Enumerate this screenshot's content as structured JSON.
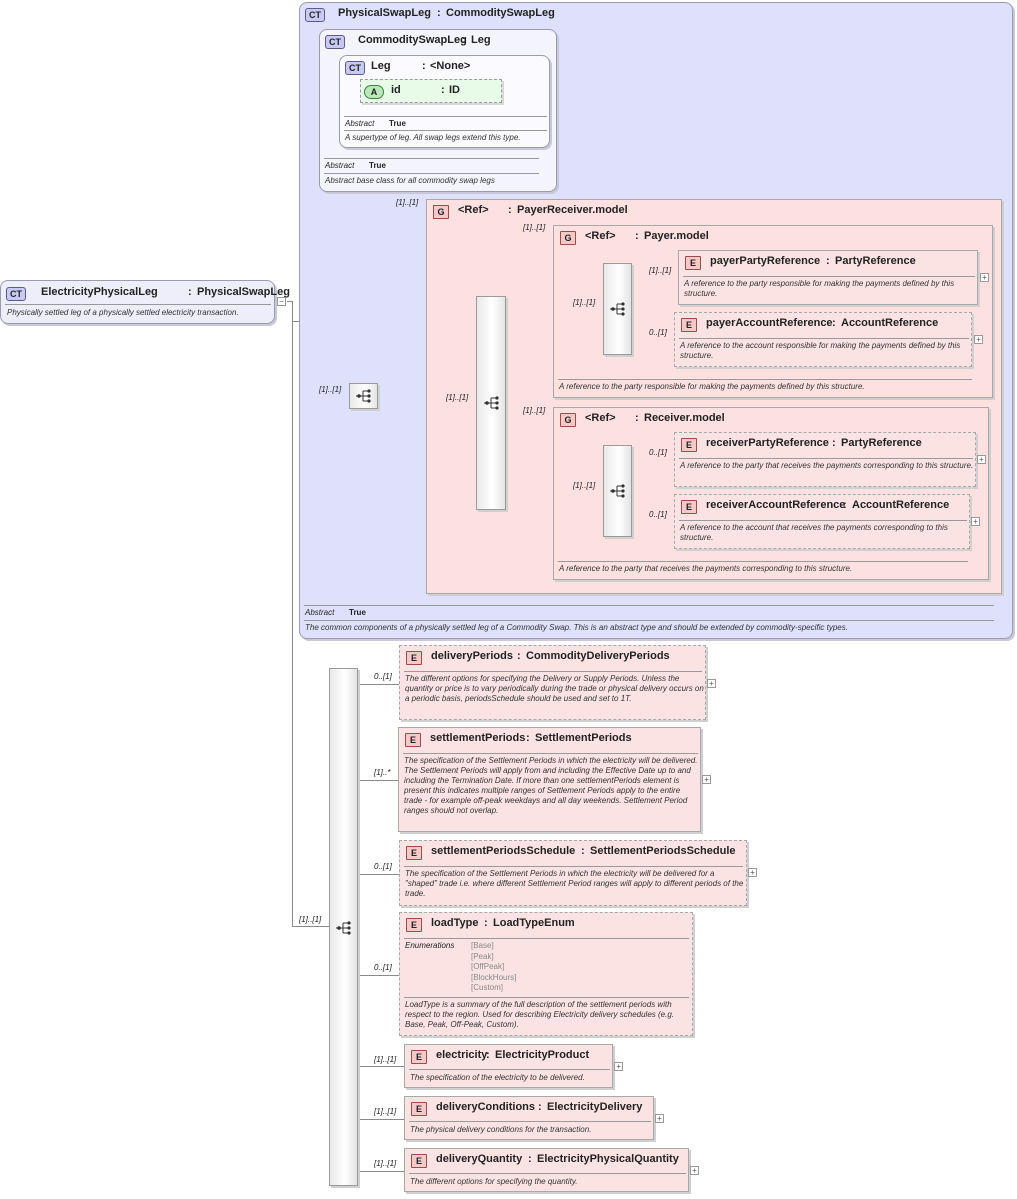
{
  "root": {
    "badge": "CT",
    "name": "ElectricityPhysicalLeg",
    "type": "PhysicalSwapLeg",
    "doc": "Physically settled leg of a physically settled electricity transaction."
  },
  "physicalSwapLeg": {
    "badge": "CT",
    "name": "PhysicalSwapLeg",
    "type": "CommoditySwapLeg",
    "abstract_label": "Abstract",
    "abstract_value": "True",
    "doc": "The common components of a physically settled leg of a Commodity Swap. This is an abstract type and should be extended by commodity-specific types."
  },
  "commoditySwapLeg": {
    "badge": "CT",
    "name": "CommoditySwapLeg",
    "type": "Leg",
    "abstract_label": "Abstract",
    "abstract_value": "True",
    "doc": "Abstract base class for all commodity swap legs"
  },
  "leg": {
    "badge": "CT",
    "name": "Leg",
    "type": "<None>",
    "abstract_label": "Abstract",
    "abstract_value": "True",
    "doc": "A supertype of leg. All swap legs extend this type.",
    "attribute": {
      "badge": "A",
      "name": "id",
      "type": "ID"
    }
  },
  "payerReceiverGroup": {
    "badge": "G",
    "ref": "<Ref>",
    "name": "PayerReceiver.model",
    "card_outer": "[1]..[1]",
    "card_seq": "[1]..[1]",
    "card_inner": "[1]..[1]"
  },
  "payerGroup": {
    "badge": "G",
    "ref": "<Ref>",
    "name": "Payer.model",
    "card": "[1]..[1]",
    "card_seq": "[1]..[1]",
    "doc": "A reference to the party responsible for making the payments defined by this structure.",
    "elements": [
      {
        "badge": "E",
        "name": "payerPartyReference",
        "type": "PartyReference",
        "card": "[1]..[1]",
        "doc": "A reference to the party responsible for making the payments defined by this structure."
      },
      {
        "badge": "E",
        "name": "payerAccountReference",
        "type": "AccountReference",
        "card": "0..[1]",
        "doc": "A reference to the account responsible for making the payments defined by this structure."
      }
    ]
  },
  "receiverGroup": {
    "badge": "G",
    "ref": "<Ref>",
    "name": "Receiver.model",
    "card": "[1]..[1]",
    "card_seq": "[1]..[1]",
    "doc": "A reference to the party that receives the payments corresponding to this structure.",
    "elements": [
      {
        "badge": "E",
        "name": "receiverPartyReference",
        "type": "PartyReference",
        "card": "0..[1]",
        "doc": "A reference to the party that receives the payments corresponding to this structure."
      },
      {
        "badge": "E",
        "name": "receiverAccountReference",
        "type": "AccountReference",
        "card": "0..[1]",
        "doc": "A reference to the account that receives the payments corresponding to this structure."
      }
    ]
  },
  "inner_seq_card": "[1]..[1]",
  "main_seq_card": "[1]..[1]",
  "elements": [
    {
      "badge": "E",
      "name": "deliveryPeriods",
      "type": "CommodityDeliveryPeriods",
      "card": "0..[1]",
      "doc": "The different options for specifying the Delivery or Supply Periods. Unless the quantity or price is to vary periodically during the trade or physical delivery occurs on a periodic basis, periodsSchedule should be used and set to 1T."
    },
    {
      "badge": "E",
      "name": "settlementPeriods",
      "type": "SettlementPeriods",
      "card": "[1]..*",
      "doc": "The specification of the Settlement Periods in which the electricity will be delivered. The Settlement Periods will apply from and including the Effective Date up to and including the Termination Date. If more than one settlementPeriods element is present this indicates multiple ranges of Settlement Periods apply to the entire trade - for example off-peak weekdays and all day weekends. Settlement Period ranges should not overlap."
    },
    {
      "badge": "E",
      "name": "settlementPeriodsSchedule",
      "type": "SettlementPeriodsSchedule",
      "card": "0..[1]",
      "doc": "The specification of the Settlement Periods in which the electricity will be delivered for a \"shaped\" trade i.e. where different Settlement Period ranges will apply to different periods of the trade."
    },
    {
      "badge": "E",
      "name": "loadType",
      "type": "LoadTypeEnum",
      "card": "0..[1]",
      "enum_label": "Enumerations",
      "enums": [
        "[Base]",
        "[Peak]",
        "[OffPeak]",
        "[BlockHours]",
        "[Custom]"
      ],
      "doc": "LoadType is a summary of the full description of the settlement periods with respect to the region. Used for describing Electricity delivery schedules (e.g. Base, Peak, Off-Peak, Custom)."
    },
    {
      "badge": "E",
      "name": "electricity",
      "type": "ElectricityProduct",
      "card": "[1]..[1]",
      "doc": "The specification of the electricity to be delivered."
    },
    {
      "badge": "E",
      "name": "deliveryConditions",
      "type": "ElectricityDelivery",
      "card": "[1]..[1]",
      "doc": "The physical delivery conditions for the transaction."
    },
    {
      "badge": "E",
      "name": "deliveryQuantity",
      "type": "ElectricityPhysicalQuantity",
      "card": "[1]..[1]",
      "doc": "The different options for specifying the quantity."
    }
  ],
  "symbols": {
    "colon": ":",
    "expand": "+",
    "collapse": "−"
  }
}
